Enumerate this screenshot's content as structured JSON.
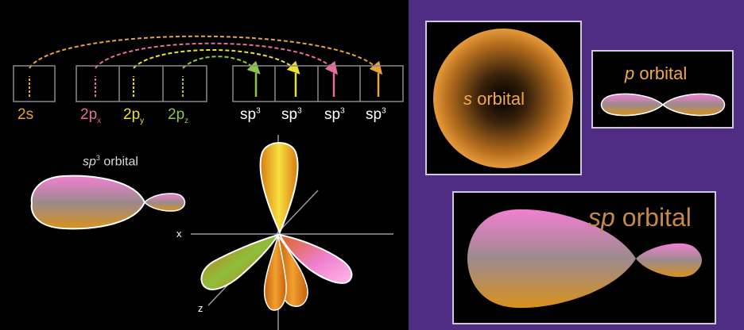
{
  "left_panel": {
    "boxes": {
      "s": {
        "label": "2s",
        "color": "#e6a43c"
      },
      "px": {
        "label": "2p",
        "sub": "x",
        "color": "#e46f9e"
      },
      "py": {
        "label": "2p",
        "sub": "y",
        "color": "#e8e13a"
      },
      "pz": {
        "label": "2p",
        "sub": "z",
        "color": "#8fc34a"
      },
      "sp3": [
        {
          "label": "sp",
          "sup": "3"
        },
        {
          "label": "sp",
          "sup": "3"
        },
        {
          "label": "sp",
          "sup": "3"
        },
        {
          "label": "sp",
          "sup": "3"
        }
      ]
    },
    "sp3_orbital_caption": {
      "prefix": "sp",
      "sup": "3",
      "suffix": " orbital"
    },
    "axes": {
      "x": "x",
      "z": "z"
    }
  },
  "right_panel": {
    "s_orbital": {
      "italic": "s",
      "rest": " orbital"
    },
    "p_orbital": {
      "italic": "p",
      "rest": " orbital"
    },
    "sp_orbital": {
      "italic": "sp",
      "rest": " orbital"
    }
  },
  "colors": {
    "left_bg": "#000000",
    "right_bg": "#4e2d83",
    "orange": "#e6a43c",
    "pink": "#f07fcf",
    "yellow": "#eaea3a",
    "green": "#8fc34a",
    "frame": "#cfc8dc"
  }
}
